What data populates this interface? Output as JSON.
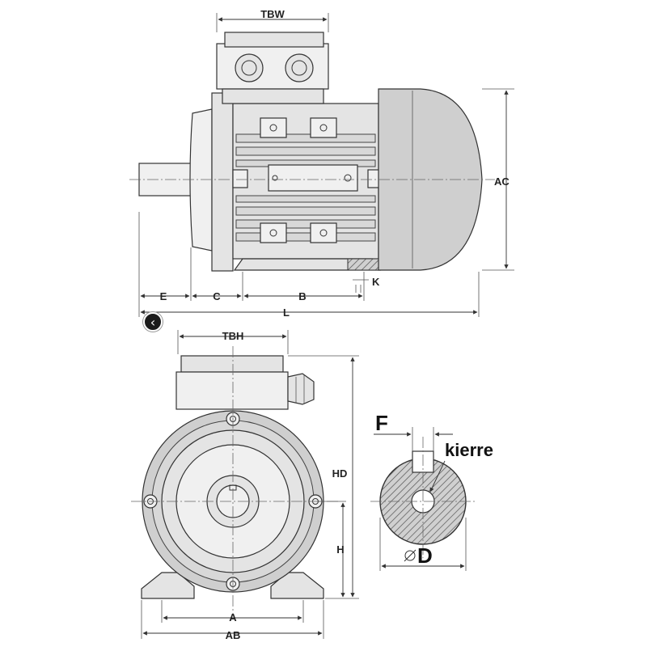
{
  "labels": {
    "tbw": "TBW",
    "ac": "AC",
    "e": "E",
    "c": "C",
    "b": "B",
    "k": "K",
    "l": "L",
    "tbh": "TBH",
    "hd": "HD",
    "h": "H",
    "a": "A",
    "ab": "AB",
    "f": "F",
    "kierre": "kierre",
    "d": "D"
  },
  "nav": {
    "icon": "chevron-left-icon",
    "glyph": "‹"
  },
  "colors": {
    "body": "#e4e4e4",
    "line": "#333333",
    "nav_bg": "#1b1b1b"
  }
}
